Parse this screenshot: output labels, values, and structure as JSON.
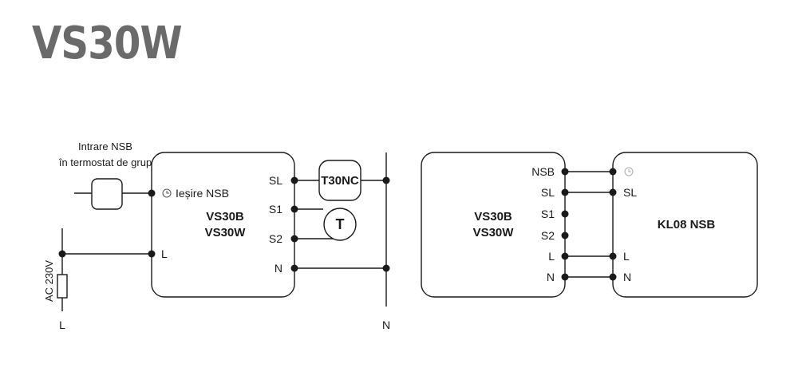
{
  "title": "VS30W",
  "left_diagram": {
    "note_line1": "Intrare NSB",
    "note_line2": "în termostat de grup",
    "output_label": "Ieșire NSB",
    "device_line1": "VS30B",
    "device_line2": "VS30W",
    "terminal_sl": "SL",
    "terminal_s1": "S1",
    "terminal_s2": "S2",
    "terminal_n": "N",
    "terminal_l": "L",
    "thermostat_box": "T30NC",
    "sensor": "T",
    "supply": "AC 230V",
    "supply_l": "L",
    "neutral": "N"
  },
  "right_diagram": {
    "device_line1": "VS30B",
    "device_line2": "VS30W",
    "terminal_nsb": "NSB",
    "terminal_sl": "SL",
    "terminal_s1": "S1",
    "terminal_s2": "S2",
    "terminal_l": "L",
    "terminal_n": "N",
    "module": "KL08 NSB",
    "module_sl": "SL",
    "module_l": "L",
    "module_n": "N"
  },
  "icons": [
    "clock-icon"
  ]
}
